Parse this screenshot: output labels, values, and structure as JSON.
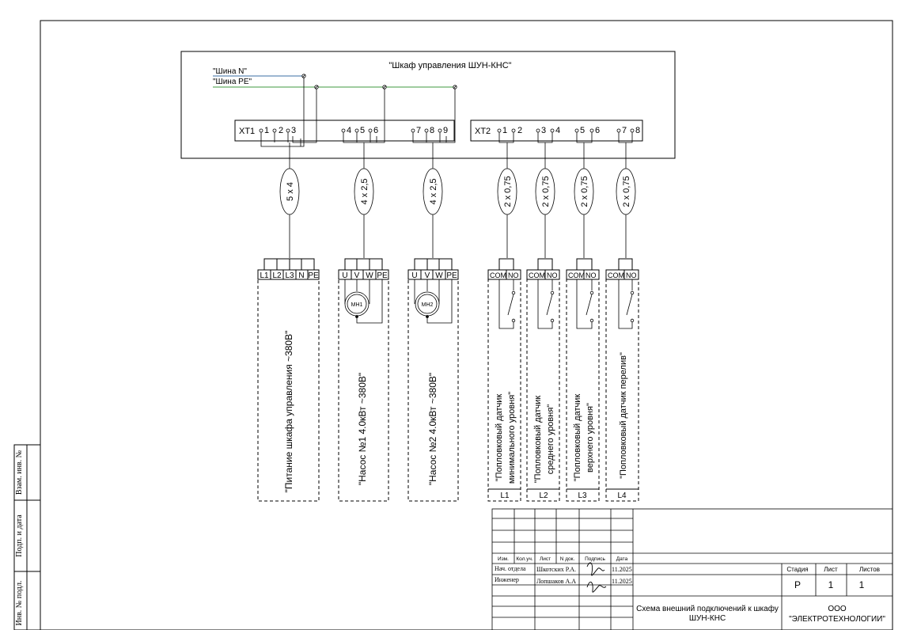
{
  "cabinet": {
    "title": "\"Шкаф управления ШУН-КНС\"",
    "bus_n": "\"Шина N\"",
    "bus_pe": "\"Шина PE\"",
    "xt1": {
      "label": "XT1",
      "terminals": [
        "1",
        "2",
        "3",
        "4",
        "5",
        "6",
        "7",
        "8",
        "9"
      ]
    },
    "xt2": {
      "label": "XT2",
      "terminals": [
        "1",
        "2",
        "3",
        "4",
        "5",
        "6",
        "7",
        "8"
      ]
    }
  },
  "cables": [
    "5 x 4",
    "4 x 2,5",
    "4 x 2,5",
    "2 x 0,75",
    "2 x 0,75",
    "2 x 0,75",
    "2 x 0,75"
  ],
  "devices": {
    "power": {
      "terminals": [
        "L1",
        "L2",
        "L3",
        "N",
        "PE"
      ],
      "label": "\"Питание шкафа управления ~380В\""
    },
    "pump1": {
      "terminals": [
        "U",
        "V",
        "W",
        "PE"
      ],
      "motor": "МН1",
      "label": "\"Насос №1 4.0кВт ~380В\""
    },
    "pump2": {
      "terminals": [
        "U",
        "V",
        "W",
        "PE"
      ],
      "motor": "МН2",
      "label": "\"Насос №2 4.0кВт ~380В\""
    },
    "floats": [
      {
        "terminals": [
          "COM",
          "NO"
        ],
        "label_line1": "\"Попловковый датчик",
        "label_line2": "минимального уровня\"",
        "tag": "L1"
      },
      {
        "terminals": [
          "COM",
          "NO"
        ],
        "label_line1": "\"Попловковый датчик",
        "label_line2": "среднего уровня\"",
        "tag": "L2"
      },
      {
        "terminals": [
          "COM",
          "NO"
        ],
        "label_line1": "\"Попловковый датчик",
        "label_line2": "верхнего уровня\"",
        "tag": "L3"
      },
      {
        "terminals": [
          "COM",
          "NO"
        ],
        "label_line1": "\"Попловковый датчик перелив\"",
        "label_line2": "",
        "tag": "L4"
      }
    ]
  },
  "side_stamp": {
    "vzam": "Взам. инв. №",
    "podp": "Подп. и дата",
    "inv": "Инв. № подл."
  },
  "title_block": {
    "headers": [
      "Изм.",
      "Кол.уч.",
      "Лист",
      "N док.",
      "Подпись",
      "Дата"
    ],
    "rows": [
      {
        "role": "Нач. отдела",
        "name": "Шкотских Р.А.",
        "date": "11.2025"
      },
      {
        "role": "Инженер",
        "name": "Лопшаков А.А",
        "date": "11.2025"
      }
    ],
    "stage_header": "Стадия",
    "sheet_header": "Лист",
    "sheets_header": "Листов",
    "stage": "Р",
    "sheet": "1",
    "sheets": "1",
    "doc_title_line1": "Схема внешний подключений к шкафу",
    "doc_title_line2": "ШУН-КНС",
    "company_line1": "ООО",
    "company_line2": "\"ЭЛЕКТРОТЕХНОЛОГИИ\""
  },
  "colors": {
    "line": "#000000",
    "bus_n": "#3b6ea5",
    "bus_pe": "#3f9a3f"
  }
}
